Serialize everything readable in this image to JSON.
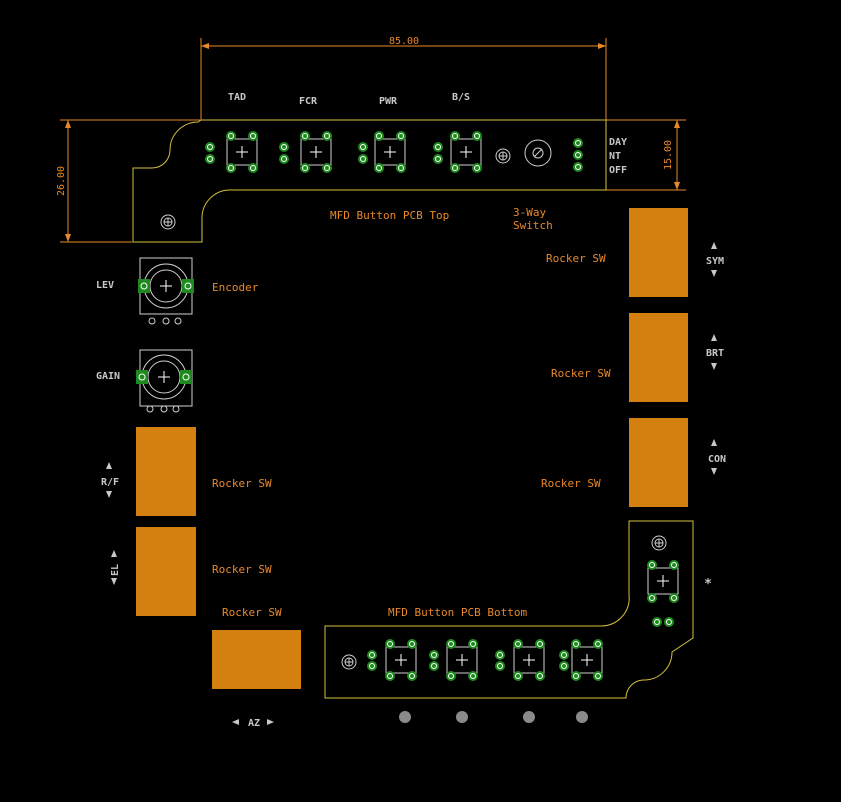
{
  "dimensions": {
    "width": "85.00",
    "height": "26.00",
    "small": "15.00"
  },
  "labels": {
    "tad": "TAD",
    "fcr": "FCR",
    "pwr": "PWR",
    "bs": "B/S",
    "day": "DAY",
    "nt": "NT",
    "off": "OFF",
    "pcb_top": "MFD Button PCB Top",
    "switch3_line1": "3-Way",
    "switch3_line2": "Switch",
    "lev": "LEV",
    "encoder": "Encoder",
    "gain": "GAIN",
    "sym": "SYM",
    "brt": "BRT",
    "con": "CON",
    "rf": "R/F",
    "el": "EL",
    "az": "AZ",
    "rocker": "Rocker SW",
    "pcb_bottom": "MFD Button PCB Bottom",
    "star": "*"
  },
  "colors": {
    "rocker": "#d48010",
    "annotation": "#e8882a",
    "outline": "#d4c040",
    "pad": "#1e8a1e"
  }
}
